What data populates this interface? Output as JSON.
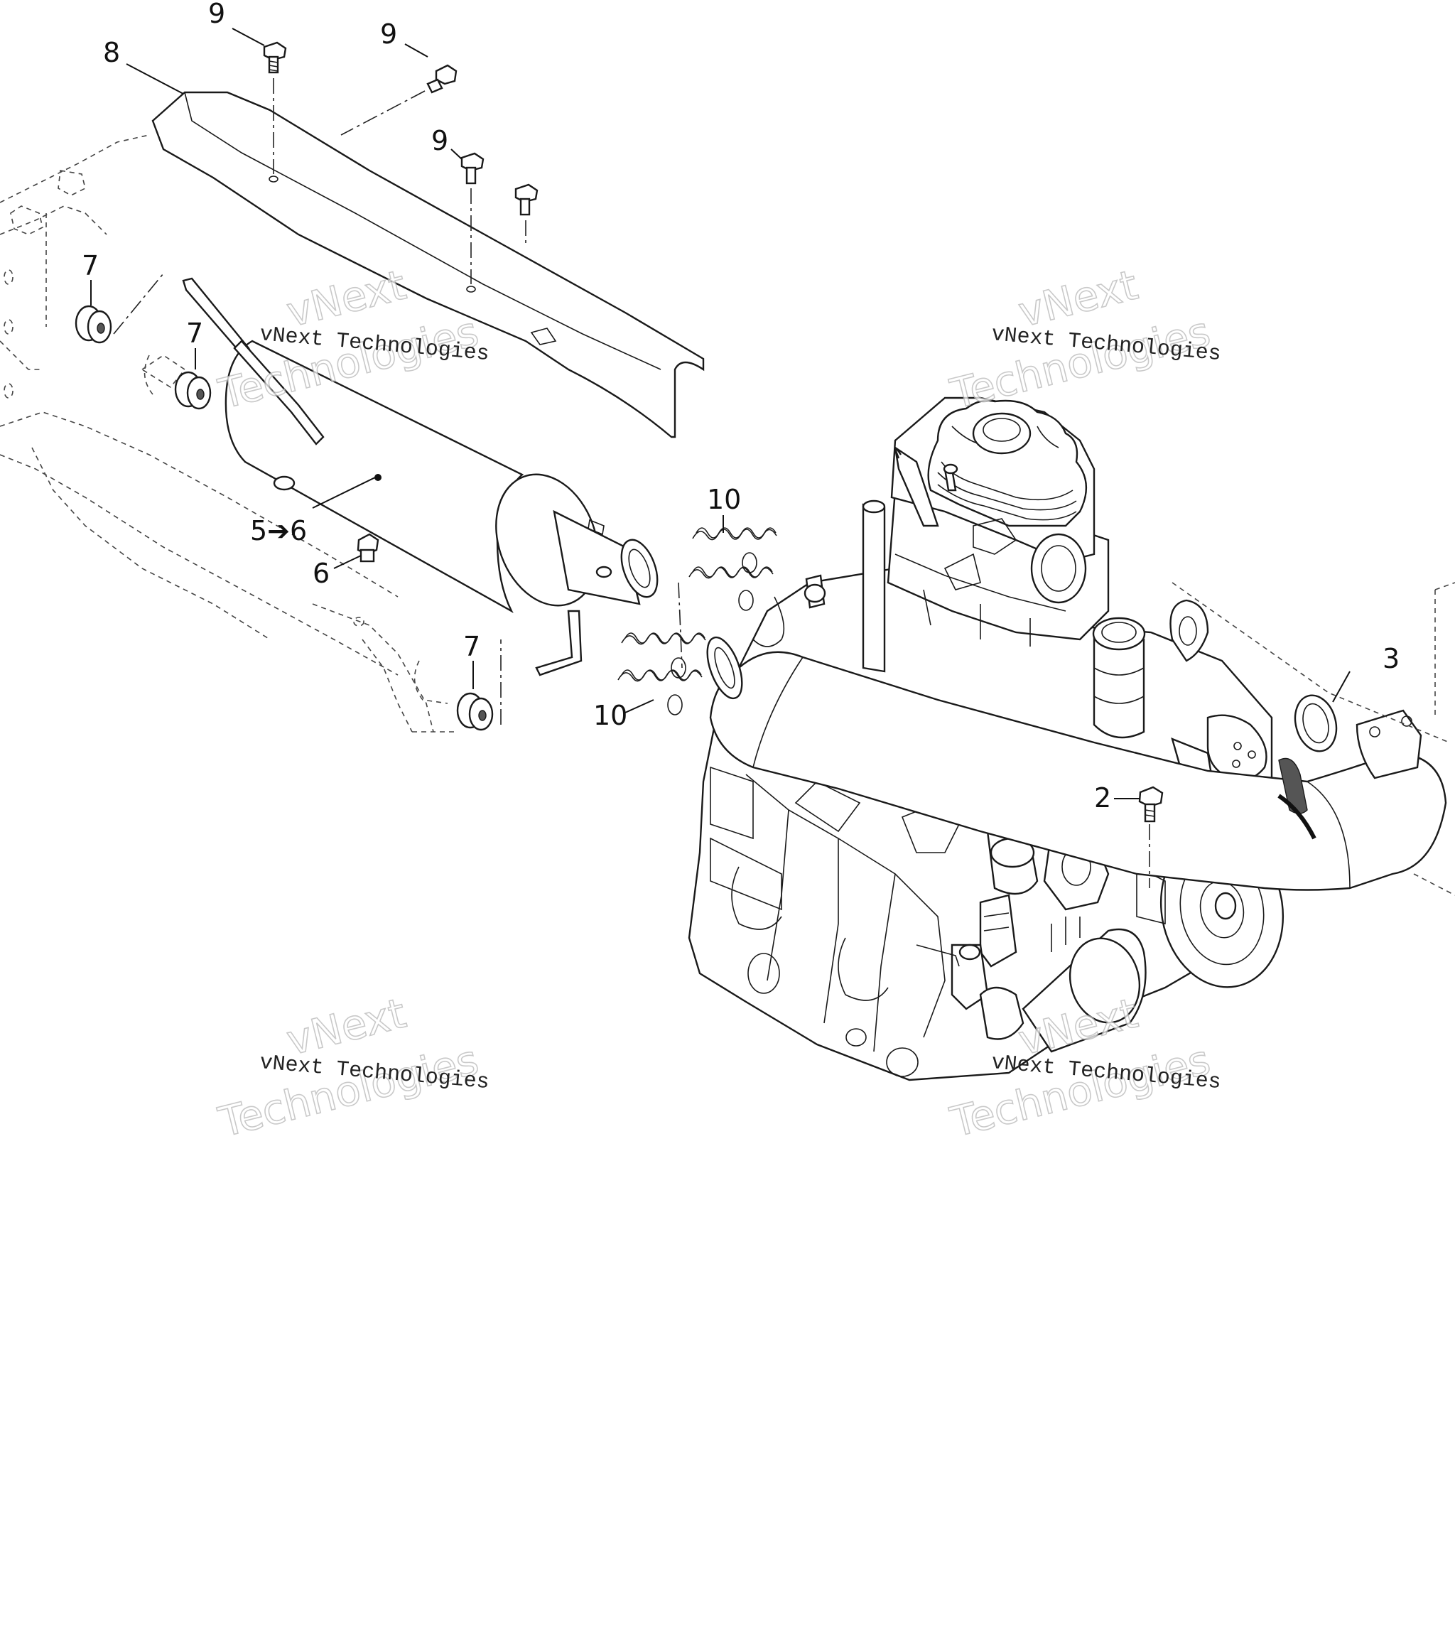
{
  "callouts": {
    "c9a": "9",
    "c9b": "9",
    "c9c": "9",
    "c8": "8",
    "c7a": "7",
    "c7b": "7",
    "c7c": "7",
    "c5to6": "5➔6",
    "c6": "6",
    "c10a": "10",
    "c10b": "10",
    "c3": "3",
    "c2": "2"
  },
  "watermarks": {
    "small_text": "vNext Technologies",
    "big_line1": "vNext",
    "big_line2": "Technologies"
  }
}
